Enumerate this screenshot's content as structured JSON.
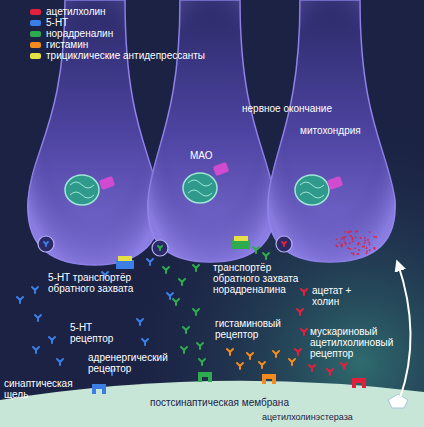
{
  "diagram": {
    "labels": [
      "нервное окончание",
      "митохондрия",
      "МАО",
      "5-HT транспортёр обратного захвата",
      "5-HT рецептор",
      "синаптическая щель",
      "адренергический рецептор",
      "транспортёр обратного захвата норадреналина",
      "гистаминовый рецептор",
      "ацетат + холин",
      "мускариновый ацетилхолиновый рецептор",
      "постсинаптическая мембрана",
      "ацетилхолинэстераза"
    ],
    "legend": [
      {
        "text": "ацетилхолин",
        "color": "#e3203c"
      },
      {
        "text": "5-HT",
        "color": "#3b7fe6"
      },
      {
        "text": "норадреналин",
        "color": "#2eab4f"
      },
      {
        "text": "гистамин",
        "color": "#f28a1e"
      },
      {
        "text": "трициклические антидепрессанты",
        "color": "#e6df45"
      }
    ]
  }
}
